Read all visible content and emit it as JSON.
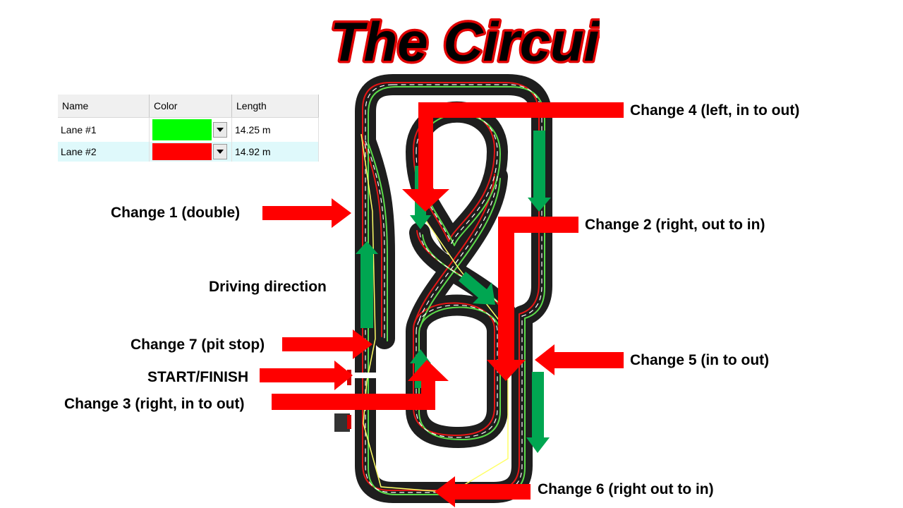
{
  "title": "The Circuit",
  "colors": {
    "arrow_red": "#ff0000",
    "arrow_green": "#00a651",
    "lane1": "#00ff00",
    "lane2": "#ff0000",
    "track": "#202020",
    "guide": "#ffff66"
  },
  "lane_table": {
    "headers": [
      "Name",
      "Color",
      "Length"
    ],
    "rows": [
      {
        "name": "Lane #1",
        "color": "#00ff00",
        "length": "14.25 m"
      },
      {
        "name": "Lane #2",
        "color": "#ff0000",
        "length": "14.92 m"
      }
    ]
  },
  "labels": {
    "change1": "Change 1 (double)",
    "change2": "Change 2 (right, out to in)",
    "change3": "Change 3 (right, in to out)",
    "change4": "Change 4 (left, in to out)",
    "change5": "Change 5 (in to out)",
    "change6": "Change 6 (right out to in)",
    "change7": "Change 7 (pit stop)",
    "start_finish": "START/FINISH",
    "driving_direction": "Driving direction"
  }
}
